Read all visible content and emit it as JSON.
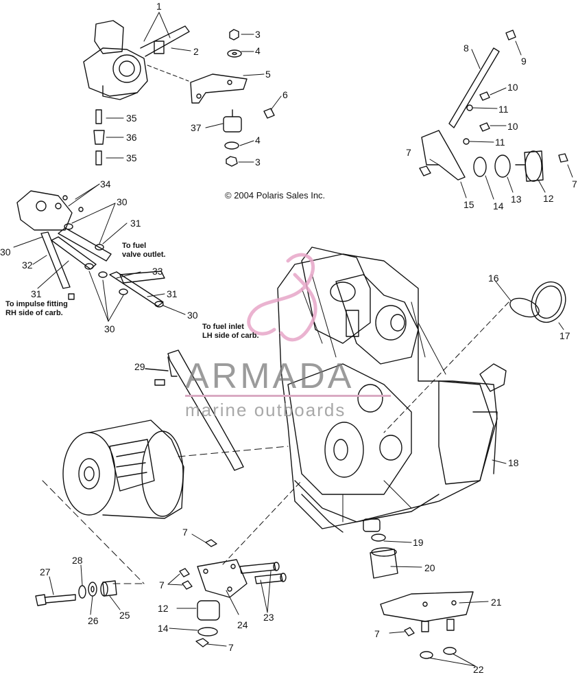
{
  "copyright": "© 2004 Polaris Sales Inc.",
  "watermark": {
    "brand": "ARMADA",
    "tagline": "marine outboards",
    "accent_color": "#e7a6c8"
  },
  "notes": {
    "fuel_valve": [
      "To fuel",
      "valve outlet."
    ],
    "impulse": [
      "To impulse fitting",
      "RH side of carb."
    ],
    "fuel_inlet": [
      "To fuel inlet",
      "LH side of carb."
    ]
  },
  "callouts": [
    {
      "n": "1"
    },
    {
      "n": "2"
    },
    {
      "n": "3"
    },
    {
      "n": "4"
    },
    {
      "n": "5"
    },
    {
      "n": "6"
    },
    {
      "n": "37"
    },
    {
      "n": "4"
    },
    {
      "n": "3"
    },
    {
      "n": "35"
    },
    {
      "n": "36"
    },
    {
      "n": "35"
    },
    {
      "n": "8"
    },
    {
      "n": "9"
    },
    {
      "n": "10"
    },
    {
      "n": "11"
    },
    {
      "n": "10"
    },
    {
      "n": "11"
    },
    {
      "n": "7"
    },
    {
      "n": "15"
    },
    {
      "n": "14"
    },
    {
      "n": "13"
    },
    {
      "n": "12"
    },
    {
      "n": "7"
    },
    {
      "n": "34"
    },
    {
      "n": "30"
    },
    {
      "n": "31"
    },
    {
      "n": "30"
    },
    {
      "n": "32"
    },
    {
      "n": "31"
    },
    {
      "n": "33"
    },
    {
      "n": "31"
    },
    {
      "n": "30"
    },
    {
      "n": "30"
    },
    {
      "n": "16"
    },
    {
      "n": "17"
    },
    {
      "n": "29"
    },
    {
      "n": "18"
    },
    {
      "n": "19"
    },
    {
      "n": "20"
    },
    {
      "n": "21"
    },
    {
      "n": "22"
    },
    {
      "n": "7"
    },
    {
      "n": "7"
    },
    {
      "n": "12"
    },
    {
      "n": "14"
    },
    {
      "n": "7"
    },
    {
      "n": "24"
    },
    {
      "n": "23"
    },
    {
      "n": "7"
    },
    {
      "n": "27"
    },
    {
      "n": "28"
    },
    {
      "n": "26"
    },
    {
      "n": "25"
    }
  ]
}
